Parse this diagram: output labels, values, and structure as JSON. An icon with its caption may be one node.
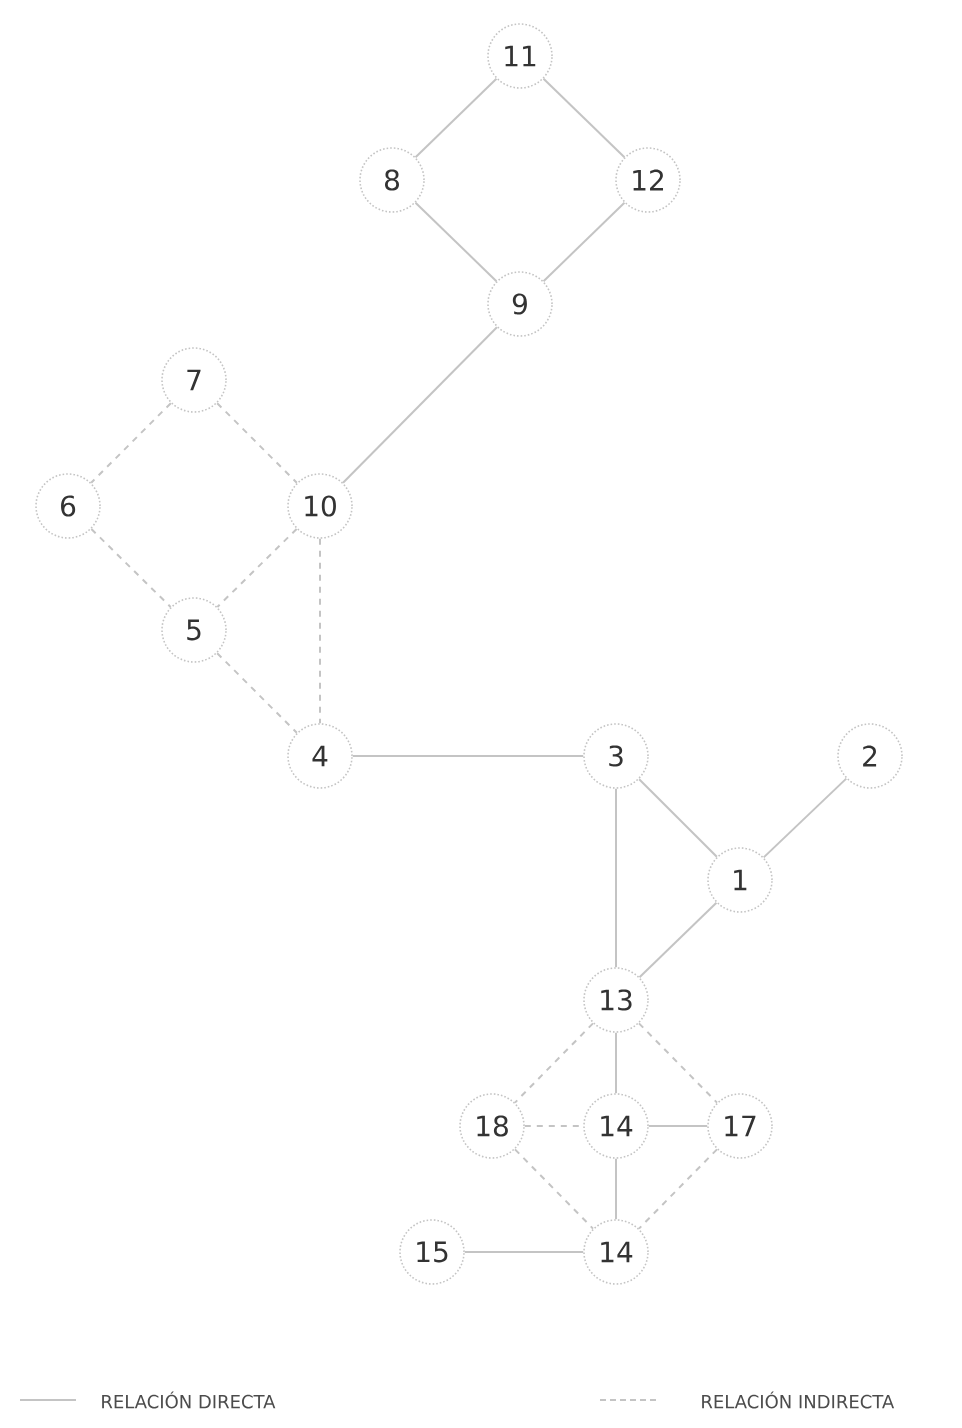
{
  "diagram": {
    "nodes": [
      {
        "text": [
          "11"
        ]
      },
      {
        "text": [
          "8"
        ]
      },
      {
        "text": [
          "12"
        ]
      },
      {
        "text": [
          "9"
        ]
      },
      {
        "text": [
          "7"
        ]
      },
      {
        "text": [
          "6"
        ]
      },
      {
        "text": [
          "10"
        ]
      },
      {
        "text": [
          "5"
        ]
      },
      {
        "text": [
          "4"
        ]
      },
      {
        "text": [
          "3"
        ]
      },
      {
        "text": [
          "2"
        ]
      },
      {
        "text": [
          "1"
        ]
      },
      {
        "text": [
          "13"
        ]
      },
      {
        "text": [
          "18"
        ]
      },
      {
        "text": [
          "14"
        ]
      },
      {
        "text": [
          "17"
        ]
      },
      {
        "text": [
          "15"
        ]
      },
      {
        "text": [
          "14"
        ]
      }
    ],
    "edges": [
      {
        "from": 0,
        "to": 1,
        "arrow": "none"
      },
      {
        "from": 0,
        "to": 2,
        "arrow": "none"
      },
      {
        "from": 1,
        "to": 3,
        "arrow": "none"
      },
      {
        "from": 2,
        "to": 3,
        "arrow": "none"
      },
      {
        "from": 3,
        "to": 6,
        "arrow": "none"
      },
      {
        "from": 4,
        "to": 6,
        "arrow": "none",
        "style": "dashed"
      },
      {
        "from": 4,
        "to": 5,
        "arrow": "none",
        "style": "dashed"
      },
      {
        "from": 5,
        "to": 7,
        "arrow": "none",
        "style": "dashed"
      },
      {
        "from": 6,
        "to": 7,
        "arrow": "none",
        "style": "dashed"
      },
      {
        "from": 7,
        "to": 8,
        "arrow": "none",
        "style": "dashed"
      },
      {
        "from": 6,
        "to": 8,
        "arrow": "none",
        "style": "dashed"
      },
      {
        "from": 8,
        "to": 9,
        "arrow": "none"
      },
      {
        "from": 9,
        "to": 11,
        "arrow": "none"
      },
      {
        "from": 10,
        "to": 11,
        "arrow": "none"
      },
      {
        "from": 9,
        "to": 12,
        "arrow": "none"
      },
      {
        "from": 11,
        "to": 12,
        "arrow": "none"
      },
      {
        "from": 12,
        "to": 13,
        "arrow": "none",
        "style": "dashed"
      },
      {
        "from": 12,
        "to": 14,
        "arrow": "none"
      },
      {
        "from": 12,
        "to": 15,
        "arrow": "none",
        "style": "dashed"
      },
      {
        "from": 13,
        "to": 14,
        "arrow": "none",
        "style": "dashed"
      },
      {
        "from": 14,
        "to": 15,
        "arrow": "none"
      },
      {
        "from": 14,
        "to": 17,
        "arrow": "none"
      },
      {
        "from": 13,
        "to": 17,
        "arrow": "none",
        "style": "dashed"
      },
      {
        "from": 15,
        "to": 17,
        "arrow": "none",
        "style": "dashed"
      },
      {
        "from": 16,
        "to": 17,
        "arrow": "none"
      }
    ],
    "legend": [
      {
        "text": "RELACIÓN DIRECTA"
      },
      {
        "text": "RELACIÓN INDIRECTA"
      }
    ]
  }
}
